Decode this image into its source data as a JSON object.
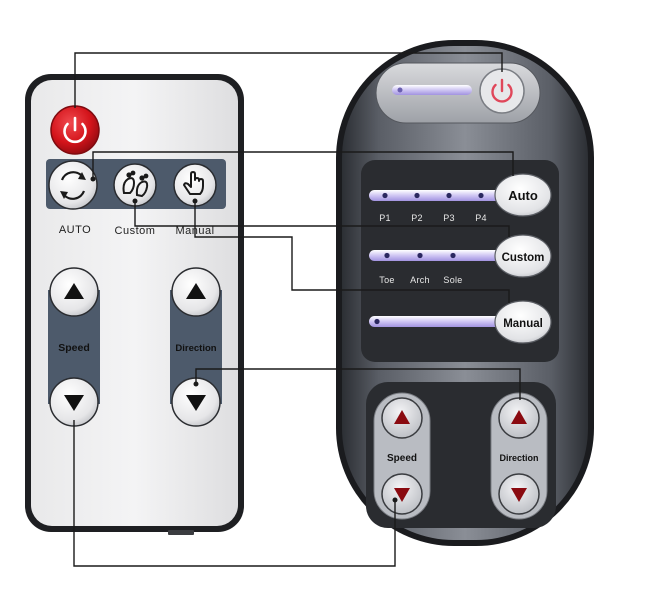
{
  "left_remote": {
    "mode_labels": [
      "AUTO",
      "Custom",
      "Manual"
    ],
    "speed_label": "Speed",
    "direction_label": "Direction"
  },
  "right_remote": {
    "auto_button": "Auto",
    "auto_points": [
      "P1",
      "P2",
      "P3",
      "P4"
    ],
    "custom_button": "Custom",
    "custom_points": [
      "Toe",
      "Arch",
      "Sole"
    ],
    "manual_button": "Manual",
    "speed_label": "Speed",
    "direction_label": "Direction"
  },
  "colors": {
    "power_red": "#d4141b",
    "power_ring_pink": "#e8a0a8",
    "arrow_dark_red": "#8a0a10",
    "led_purple": "#b3a6e6",
    "body_gray": "#4a4e55",
    "panel_dark": "#2a2c30"
  },
  "icons": {
    "power": "power-icon",
    "auto": "auto-cycle-icon",
    "custom": "custom-feet-icon",
    "manual": "hand-point-icon",
    "up": "triangle-up-icon",
    "down": "triangle-down-icon"
  }
}
